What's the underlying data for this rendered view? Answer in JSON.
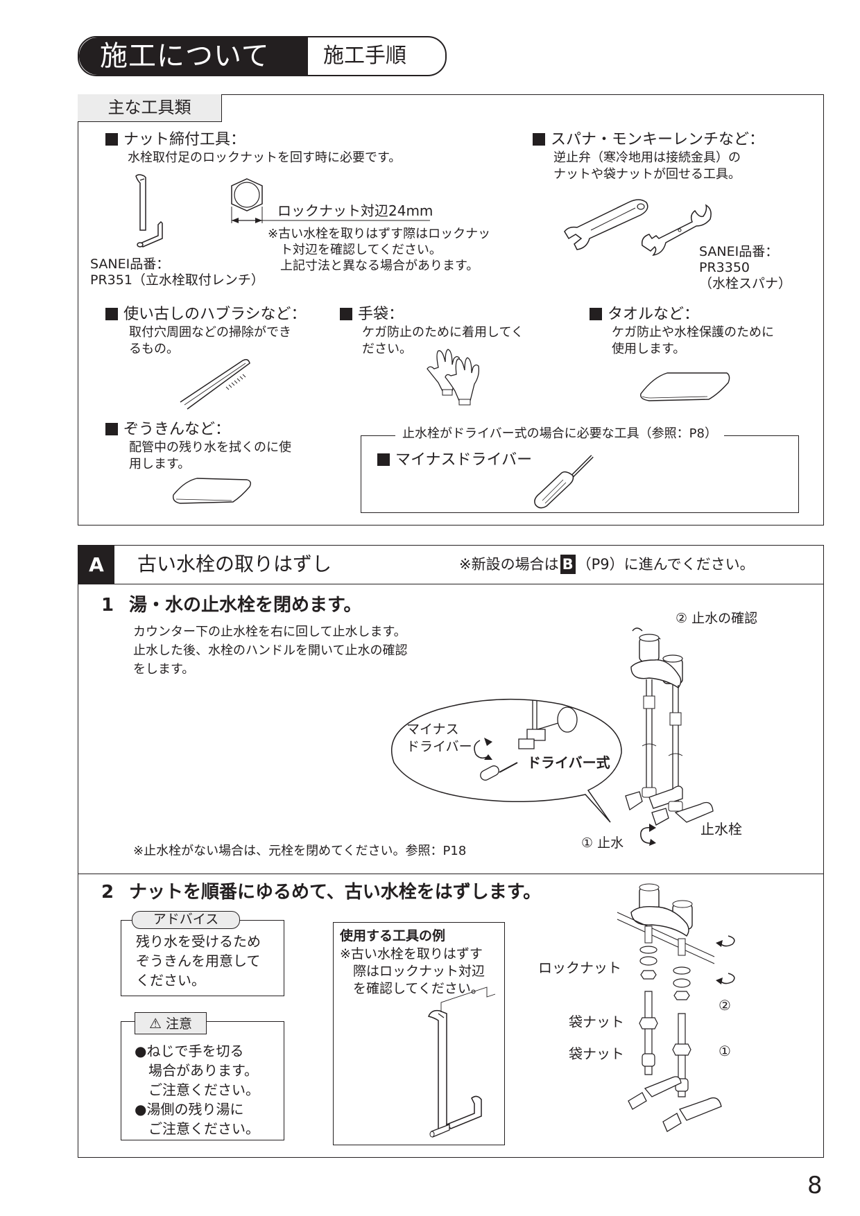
{
  "header": {
    "title": "施工について",
    "subtitle": "施工手順"
  },
  "tools": {
    "tab_label": "主な工具類",
    "nut_tool": {
      "heading": "ナット締付工具：",
      "desc": "水栓取付足のロックナットを回す時に必要です。",
      "dimension_label": "ロックナット対辺24mm",
      "note": "※古い水栓を取りはずす際はロックナッ\n　ト対辺を確認してください。\n　上記寸法と異なる場合があります。",
      "caption": "SANEI品番：\nPR351（立水栓取付レンチ）"
    },
    "wrench": {
      "heading": "スパナ・モンキーレンチなど：",
      "desc": "逆止弁（寒冷地用は接続金具）の\nナットや袋ナットが回せる工具。",
      "caption": "SANEI品番：\nPR3350\n（水栓スパナ）"
    },
    "toothbrush": {
      "heading": "使い古しのハブラシなど：",
      "desc": "取付穴周囲などの掃除ができ\nるもの。"
    },
    "gloves": {
      "heading": "手袋：",
      "desc": "ケガ防止のために着用してく\nださい。"
    },
    "towel": {
      "heading": "タオルなど：",
      "desc": "ケガ防止や水栓保護のために\n使用します。"
    },
    "rag": {
      "heading": "ぞうきんなど：",
      "desc": "配管中の残り水を拭くのに使\n用します。"
    },
    "driver_box": {
      "legend": "止水栓がドライバー式の場合に必要な工具（参照：P8）",
      "heading": "マイナスドライバー"
    }
  },
  "section_a": {
    "badge": "A",
    "title": "古い水栓の取りはずし",
    "note_prefix": "※新設の場合は",
    "note_badge": "B",
    "note_suffix": "（P9）に進んでください。",
    "step1": {
      "number": "1",
      "title": "湯・水の止水栓を閉めます。",
      "desc": "カウンター下の止水栓を右に回して止水します。\n止水した後、水栓のハンドルを開いて止水の確認\nをします。",
      "bubble_label_driver": "マイナス\nドライバー",
      "bubble_label_type": "ドライバー式",
      "label_confirm": "② 止水の確認",
      "label_stop": "① 止水",
      "label_valve": "止水栓",
      "footnote": "※止水栓がない場合は、元栓を閉めてください。参照：P18"
    },
    "step2": {
      "number": "2",
      "title": "ナットを順番にゆるめて、古い水栓をはずします。",
      "advice": {
        "tab": "アドバイス",
        "text": "残り水を受けるため\nぞうきんを用意して\nください。"
      },
      "caution": {
        "tab": "注意",
        "items": [
          "●ねじで手を切る\n　場合があります。\n　ご注意ください。",
          "●湯側の残り湯に\n　ご注意ください。"
        ]
      },
      "tool_example": {
        "title": "使用する工具の例",
        "note": "※古い水栓を取りはずす\n　際はロックナット対辺\n　を確認してください。"
      },
      "labels": {
        "lock_nut": "ロックナット",
        "cap_nut_1": "袋ナット",
        "cap_nut_2": "袋ナット",
        "order_2": "②",
        "order_1": "①"
      }
    }
  },
  "page_number": "8"
}
